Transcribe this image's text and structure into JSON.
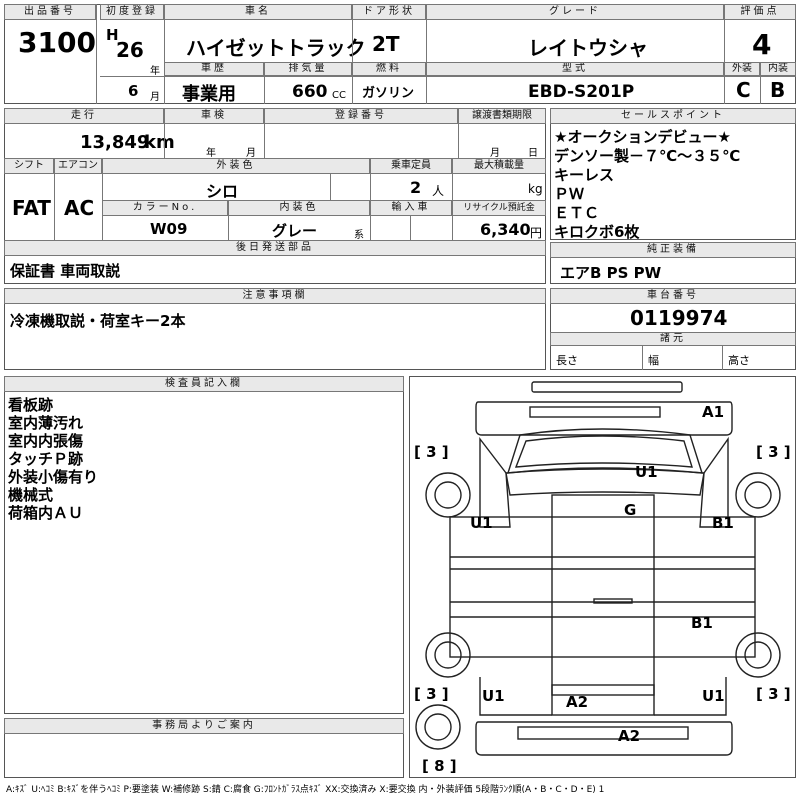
{
  "header": {
    "lot_label": "出品番号",
    "lot_no": "3100",
    "first_reg_label": "初度登録",
    "era": "H",
    "year": "26",
    "year_unit": "年",
    "month": "6",
    "month_unit": "月",
    "car_name_label": "車名",
    "car_name": "ハイゼットトラック",
    "door_label": "ドア形状",
    "door": "2T",
    "grade_label": "グレード",
    "grade": "レイトウシャ",
    "score_label": "評価点",
    "score": "4",
    "history_label": "車歴",
    "history": "事業用",
    "displacement_label": "排気量",
    "displacement": "660",
    "displacement_unit": "CC",
    "fuel_label": "燃料",
    "fuel": "ガソリン",
    "model_label": "型式",
    "model": "EBD-S201P",
    "ext_label": "外装",
    "ext": "C",
    "int_label": "内装",
    "int": "B"
  },
  "details": {
    "mileage_label": "走行",
    "mileage": "13,849",
    "mileage_unit": "km",
    "inspection_label": "車検",
    "insp_year_unit": "年",
    "insp_month_unit": "月",
    "reg_no_label": "登録番号",
    "transfer_label": "譲渡書類期限",
    "transfer_month_unit": "月",
    "transfer_day_unit": "日",
    "shift_label": "シフト",
    "shift": "FAT",
    "ac_label": "エアコン",
    "ac": "AC",
    "color_label": "外装色",
    "color": "シロ",
    "capacity_label": "乗車定員",
    "capacity": "2",
    "capacity_unit": "人",
    "load_label": "最大積載量",
    "load_unit": "kg",
    "color_no_label": "カラーNo.",
    "color_no": "W09",
    "interior_color_label": "内装色",
    "interior_color": "グレー",
    "interior_color_unit": "系",
    "import_label": "輸入車",
    "recycle_label": "リサイクル預託金",
    "recycle": "6,340",
    "recycle_unit": "円",
    "later_docs_label": "後日発送部品",
    "later_docs": "保証書 車両取説",
    "notes_label": "注意事項欄",
    "notes": "冷凍機取説・荷室キー2本"
  },
  "sales": {
    "label": "セールスポイント",
    "points": [
      "★オークションデビュー★",
      "デンソー製－７℃～３５℃",
      "キーレス",
      "ＰＷ",
      "ＥＴＣ",
      "キロクボ6枚"
    ]
  },
  "equipment": {
    "label": "純正装備",
    "value": "エアB PS PW"
  },
  "chassis": {
    "label": "車台番号",
    "value": "0119974",
    "dims_label": "諸元",
    "length_label": "長さ",
    "width_label": "幅",
    "height_label": "高さ"
  },
  "inspector": {
    "label": "検査員記入欄",
    "items": [
      "看板跡",
      "室内薄汚れ",
      "室内内張傷",
      "タッチＰ跡",
      "外装小傷有り",
      "機械式",
      "荷箱内ＡＵ"
    ]
  },
  "office": {
    "label": "事務局よりご案内"
  },
  "diagram": {
    "marks": [
      "A1",
      "U1",
      "G",
      "U1",
      "B1",
      "B1",
      "U1",
      "U1",
      "A2",
      "A2"
    ],
    "tire_scores": [
      "[ 3 ]",
      "[ 3 ]",
      "[ 3 ]",
      "[ 3 ]",
      "[ 8 ]"
    ]
  },
  "legend": "A:ｷｽﾞ U:ﾍｺﾐ B:ｷｽﾞを伴うﾍｺﾐ P:要塗装 W:補修跡 S:錆 C:腐食 G:ﾌﾛﾝﾄｶﾞﾗｽ点ｷｽﾞ XX:交換済み X:要交換 内・外装評価 5段階ﾗﾝｸ順(A・B・C・D・E) 1"
}
